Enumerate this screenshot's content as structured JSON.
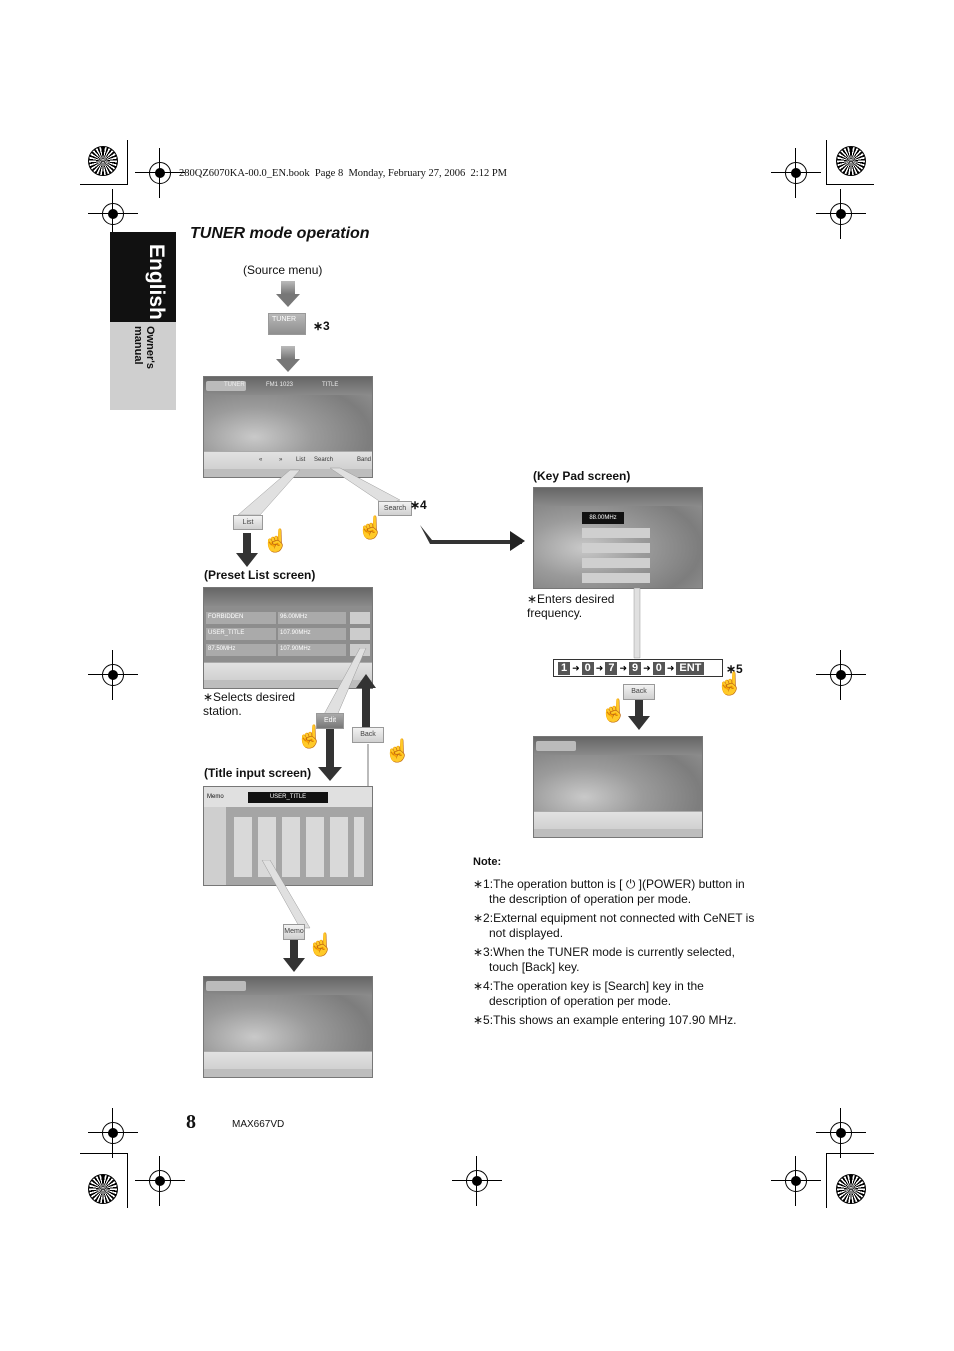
{
  "header_line": "280QZ6070KA-00.0_EN.book  Page 8  Monday, February 27, 2006  2:12 PM",
  "side_tab": {
    "language": "English",
    "subtitle": "Owner's manual"
  },
  "section_title": "TUNER mode operation",
  "flow": {
    "source_menu": "(Source menu)",
    "tuner_button": "TUNER",
    "ref3": "∗3",
    "ref4": "∗4",
    "ref5": "∗5",
    "list_button": "List",
    "search_button": "Search",
    "edit_button": "Edit",
    "back_button": "Back",
    "memo_button": "Memo",
    "preset_list_title": "(Preset List screen)",
    "preset_note": "∗Selects desired station.",
    "title_input_title": "(Title input screen)",
    "keypad_title": "(Key Pad screen)",
    "keypad_note": "∗Enters desired frequency.",
    "keypad_display": "88.00MHz",
    "title_input_field": "USER_TITLE",
    "key_sequence": [
      "1",
      "0",
      "7",
      "9",
      "0",
      "ENT"
    ],
    "preset_rows": [
      "FORBIDDEN",
      "USER_TITLE",
      "87.50MHz"
    ],
    "preset_freqs": [
      "96.00MHz",
      "107.90MHz",
      "107.90MHz"
    ],
    "screen_labels": {
      "tuner": "TUNER",
      "band": "Band",
      "list": "List",
      "search": "Search",
      "fm": "FM1 1023",
      "title": "TITLE"
    }
  },
  "notes": {
    "heading": "Note:",
    "items": [
      "∗1:The operation button is [ ⏻ ](POWER) button in the description of operation per mode.",
      "∗2:External equipment not connected with CeNET is not displayed.",
      "∗3:When the TUNER mode is currently selected, touch [Back] key.",
      "∗4:The operation key is [Search] key in the description of operation per mode.",
      "∗5:This shows an example entering 107.90 MHz."
    ]
  },
  "footer": {
    "page_number": "8",
    "model": "MAX667VD"
  }
}
